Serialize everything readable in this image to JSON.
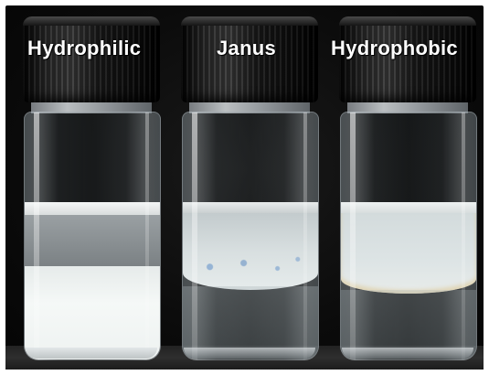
{
  "labels": {
    "left": "Hydrophilic",
    "middle": "Janus",
    "right": "Hydrophobic"
  }
}
